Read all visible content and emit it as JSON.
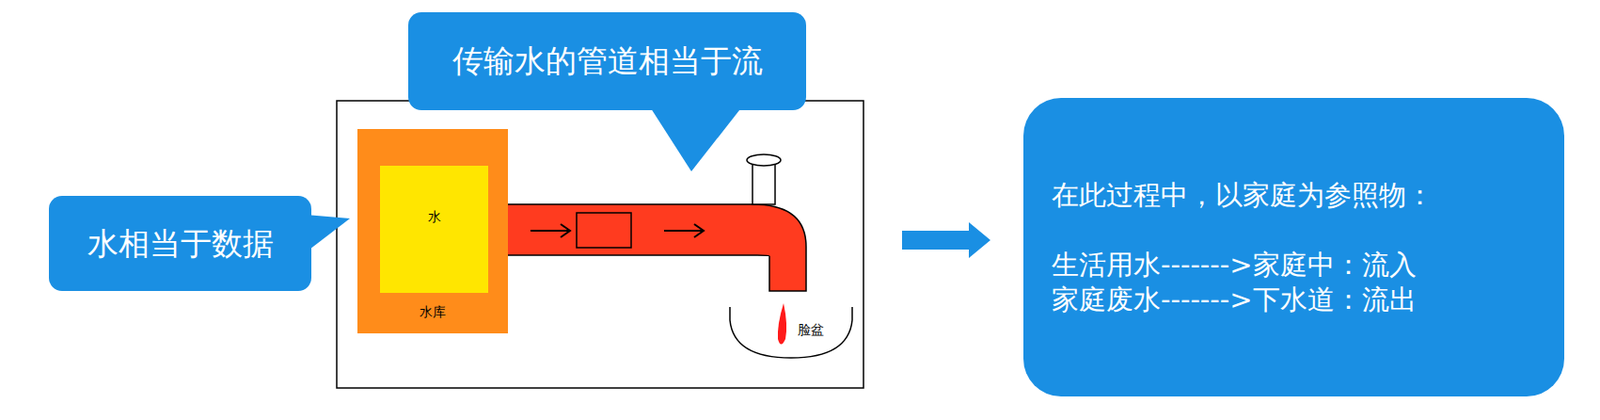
{
  "diagram": {
    "nodes": [
      {
        "text": [
          "传输水的管道相当于流"
        ]
      },
      {
        "text": [
          "水相当于数据"
        ]
      },
      {
        "text": [
          "水库"
        ]
      },
      {
        "text": [
          "水"
        ],
        "in": 2
      },
      {
        "text": [
          "脸盆"
        ]
      },
      {
        "text": [
          "在此过程中，以家庭为参照物：",
          "生活用水------->家庭中：流入",
          "家庭废水------->下水道：流出"
        ]
      }
    ]
  }
}
